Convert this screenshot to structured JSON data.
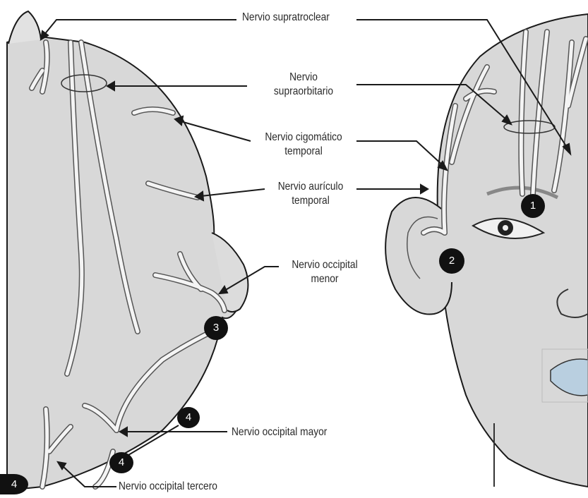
{
  "labels": {
    "supratroclear": "Nervio supratroclear",
    "supraorbitario_1": "Nervio",
    "supraorbitario_2": "supraorbitario",
    "cigomatico_1": "Nervio cigomático",
    "cigomatico_2": "temporal",
    "auriculo_1": "Nervio aurículo",
    "auriculo_2": "temporal",
    "occipital_menor_1": "Nervio occipital",
    "occipital_menor_2": "menor",
    "occipital_mayor": "Nervio occipital mayor",
    "occipital_tercero": "Nervio occipital tercero"
  },
  "markers": {
    "m1": "1",
    "m2": "2",
    "m3": "3",
    "m4a": "4",
    "m4b": "4",
    "m4c": "4"
  },
  "colors": {
    "head_fill": "#d8d8d8",
    "outline": "#1a1a1a",
    "nerve_fill": "#f4f4f4",
    "marker": "#111111",
    "lips": "#b9cfe0"
  }
}
